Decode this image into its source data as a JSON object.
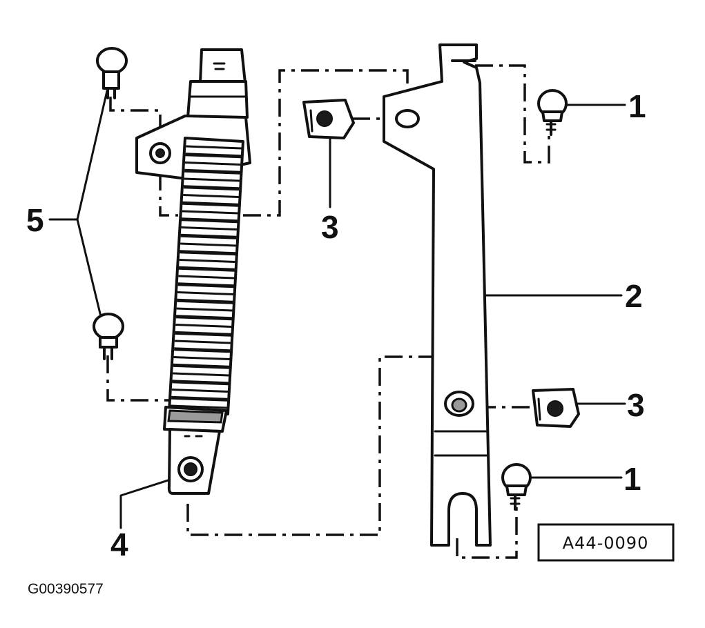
{
  "diagram": {
    "callouts": [
      {
        "id": "callout-1-top",
        "label": "1"
      },
      {
        "id": "callout-1-bottom",
        "label": "1"
      },
      {
        "id": "callout-2",
        "label": "2"
      },
      {
        "id": "callout-3-top",
        "label": "3"
      },
      {
        "id": "callout-3-right",
        "label": "3"
      },
      {
        "id": "callout-4",
        "label": "4"
      },
      {
        "id": "callout-5",
        "label": "5"
      }
    ],
    "reference_box": "A44-0090",
    "figure_id": "G00390577"
  }
}
